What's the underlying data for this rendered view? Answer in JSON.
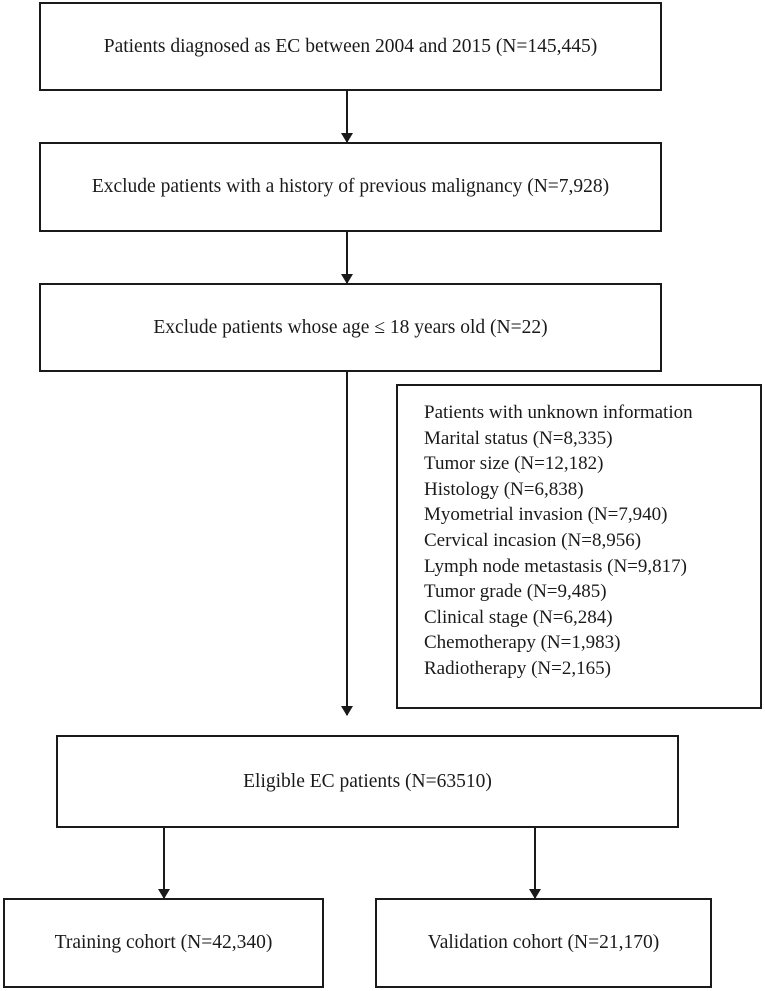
{
  "steps": {
    "diagnosed": "Patients diagnosed as EC between 2004 and 2015 (N=145,445)",
    "exclude_malignancy": "Exclude patients with a history of previous malignancy (N=7,928)",
    "exclude_age": "Exclude patients whose age ≤ 18 years old (N=22)",
    "eligible": "Eligible EC patients (N=63510)",
    "training": "Training cohort (N=42,340)",
    "validation": "Validation cohort (N=21,170)"
  },
  "unknown_info": {
    "title": "Patients with unknown information",
    "items": [
      "Marital status (N=8,335)",
      "Tumor size (N=12,182)",
      "Histology (N=6,838)",
      "Myometrial invasion (N=7,940)",
      "Cervical incasion (N=8,956)",
      "Lymph node metastasis (N=9,817)",
      "Tumor grade (N=9,485)",
      "Clinical stage (N=6,284)",
      "Chemotherapy (N=1,983)",
      "Radiotherapy (N=2,165)"
    ]
  }
}
